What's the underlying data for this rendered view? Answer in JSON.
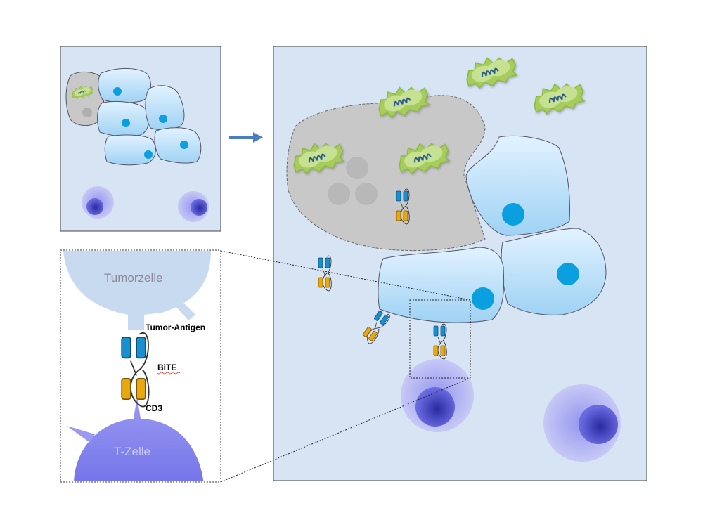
{
  "figure": {
    "description": "BiTE antibody mechanism: T-cell engaging tumor cell via bispecific antibody",
    "colors": {
      "panel_bg": "#d6e4f4",
      "tumor_cell_fill_top": "#dcefff",
      "tumor_cell_fill_bottom": "#a8d6f5",
      "nucleus": "#0aa0e0",
      "dead_cell": "#c8c8c8",
      "debris": "#b4b4b4",
      "tcell_outer": "#a8a8f0",
      "tcell_inner": "#5a5ad8",
      "bite_tumor_arm": "#1a8fd0",
      "bite_cd3_arm": "#e8a810",
      "apoptotic_fragment": "#9fc85a",
      "arrow": "#4a7ebf"
    }
  },
  "detail_panel": {
    "labels": {
      "tumor_cell": "Tumorzelle",
      "tumor_antigen": "Tumor-Antigen",
      "bite": "BiTE",
      "cd3": "CD3",
      "t_cell": "T-Zelle"
    }
  },
  "panels": {
    "overview": "before",
    "main": "after",
    "arrow": "right-arrow"
  }
}
